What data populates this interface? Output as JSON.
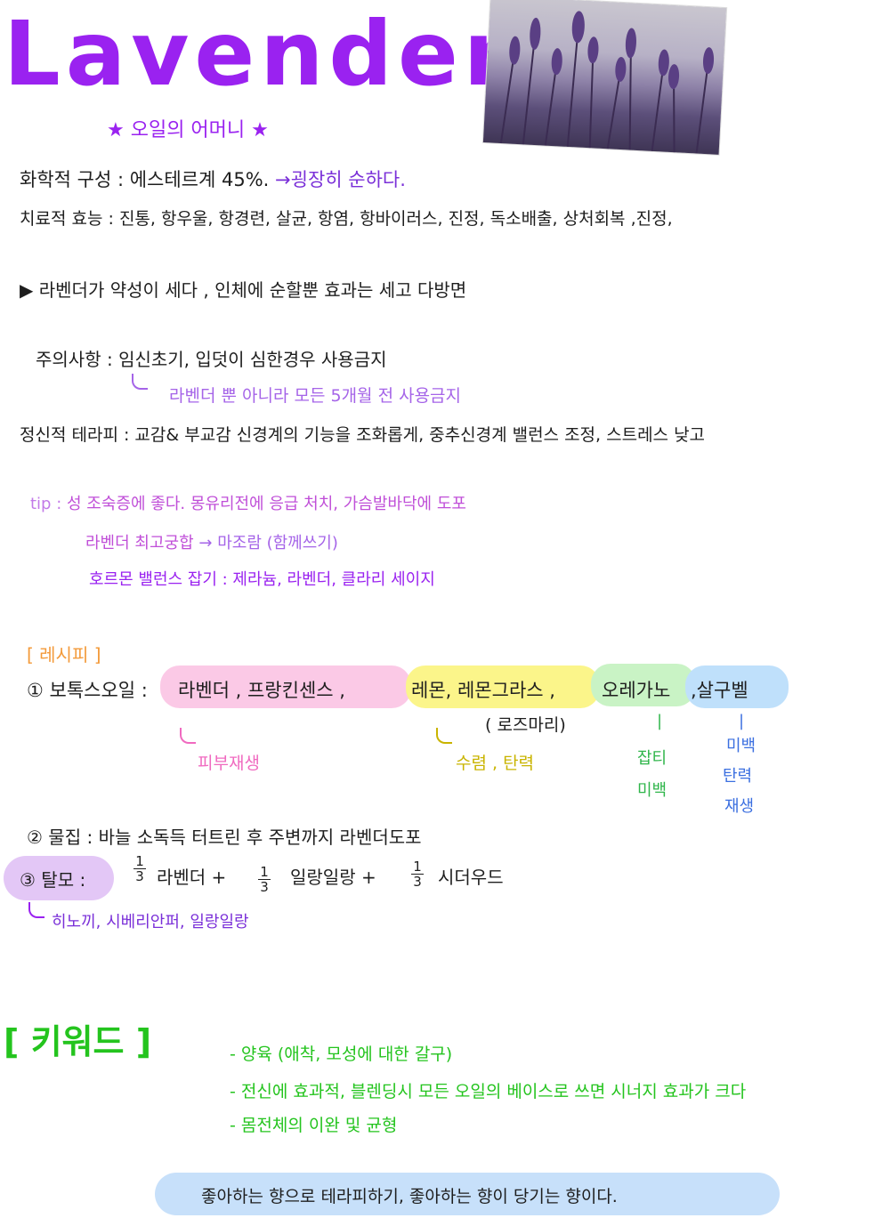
{
  "title": "Lavender",
  "subtitle": "★ 오일의 어머니 ★",
  "chemical": {
    "label": "화학적 구성 :",
    "value": "에스테르계 45%.",
    "note": "→굉장히 순하다."
  },
  "therapeutic": {
    "label": "치료적 효능 :",
    "value": "진통, 항우울, 항경련, 살균, 항염, 항바이러스, 진정, 독소배출, 상처회복 ,진정,"
  },
  "arrow_line": {
    "bullet": "▶",
    "text": "라벤더가 약성이 세다 , 인체에 순할뿐 효과는 세고 다방면"
  },
  "caution": {
    "label": "주의사항 :",
    "value": "임신초기, 입덧이 심한경우 사용금지",
    "note": "라벤더 뿐 아니라 모든 5개월 전 사용금지"
  },
  "mental": {
    "label": "정신적 테라피 :",
    "value": "교감& 부교감 신경계의 기능을 조화롭게, 중추신경계 밸런스 조정, 스트레스 낮고"
  },
  "tip": {
    "label": "tip :",
    "line1": "성 조숙증에 좋다. 몽유리전에 응급 처치, 가슴발바닥에 도포",
    "line2a": "라벤더 최고궁합",
    "line2b": "→ 마조람 (함께쓰기)",
    "line3": "호르몬 밸런스 잡기 : 제라늄, 라벤더, 클라리 세이지"
  },
  "recipe": {
    "heading": "[ 레시피 ]",
    "item1": {
      "num": "①",
      "label": "보톡스오일 :",
      "pink": "라벤더 , 프랑킨센스 ,",
      "yellow": "레몬, 레몬그라스 ,",
      "green": "오레가노",
      "blue": ",살구벨",
      "paren": "( 로즈마리)",
      "pink_note": "피부재생",
      "yellow_note": "수렴 , 탄력",
      "green_note": [
        "잡티",
        "미백"
      ],
      "blue_note": [
        "미백",
        "탄력",
        "재생"
      ]
    },
    "item2": {
      "num": "②",
      "label": "물집 :",
      "value": "바늘 소독득 터트린 후 주변까지 라벤더도포"
    },
    "item3": {
      "num": "③",
      "label": "탈모 :",
      "frac1": "라벤더 +",
      "frac2": "일랑일랑 +",
      "frac3": "시더우드",
      "frac_num": "1",
      "frac_den": "3",
      "note": "히노끼, 시베리안퍼, 일랑일랑"
    }
  },
  "keywords": {
    "heading": "[ 키워드 ]",
    "items": [
      "- 양육 (애착, 모성에 대한 갈구)",
      "- 전신에 효과적, 블렌딩시 모든 오일의 베이스로 쓰면 시너지 효과가 크다",
      "- 몸전체의 이완 및 균형"
    ]
  },
  "footer": "좋아하는 향으로 테라피하기, 좋아하는 향이 당기는 향이다.",
  "colors": {
    "title": "#9a22f0",
    "pink_hl": "#fbc9e6",
    "yellow_hl": "#fbf58a",
    "green_hl": "#c9f3c5",
    "blue_hl": "#bfe0fb",
    "keyword": "#24c41e",
    "footer_bg": "#c7e0fa"
  }
}
